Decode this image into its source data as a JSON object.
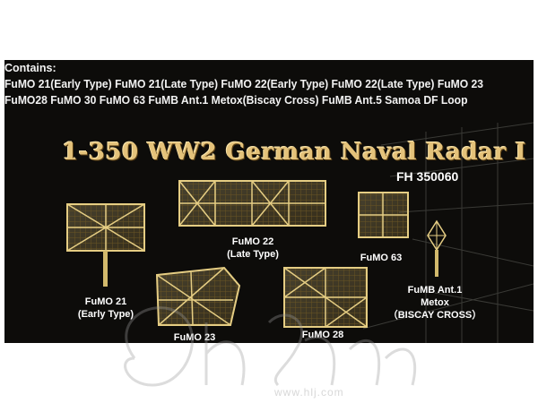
{
  "contains": {
    "heading": "Contains:",
    "line1": "FuMO 21(Early Type)  FuMO 21(Late Type)  FuMO 22(Early Type) FuMO 22(Late Type) FuMO 23",
    "line2": "FuMO28 FuMO 30 FuMO 63 FuMB Ant.1 Metox(Biscay Cross) FuMB Ant.5 Samoa DF Loop"
  },
  "product": {
    "title": "1-350   WW2 German Naval Radar I",
    "code": "FH 350060"
  },
  "parts": {
    "fumo21": [
      "FuMO 21",
      "(Early Type)"
    ],
    "fumo22": [
      "FuMO 22",
      "(Late Type)"
    ],
    "fumo63": [
      "FuMO 63"
    ],
    "fumo23": [
      "FuMO 23"
    ],
    "fumo28": [
      "FuMO 28"
    ],
    "fumb": [
      "FuMB Ant.1",
      "Metox",
      "（BISCAY CROSS）"
    ]
  },
  "watermark": {
    "url": "www.hlj.com"
  },
  "colors": {
    "brass": "#d8c07a",
    "brass_dark": "#8a6f2e",
    "title": "#e4c27a",
    "banner_bg": "#0d0c0a"
  }
}
